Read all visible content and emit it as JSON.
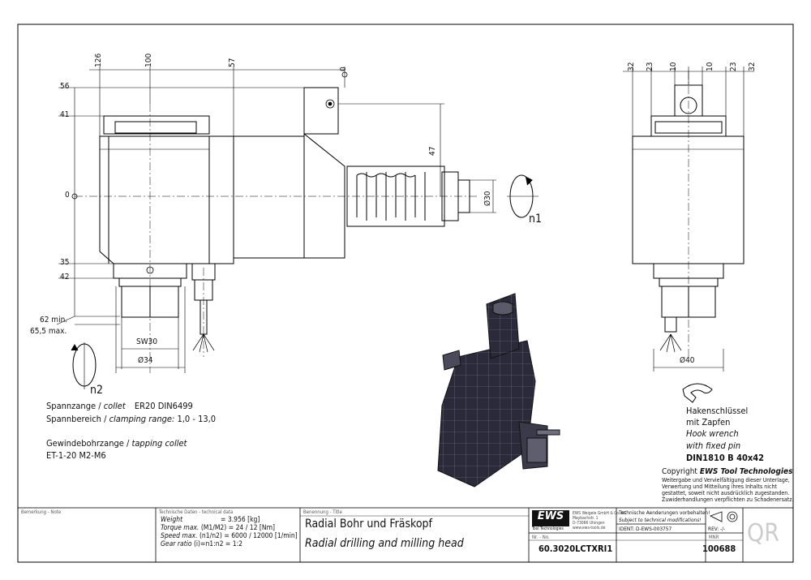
{
  "dimensions": {
    "top": [
      "126",
      "100",
      "57",
      "0"
    ],
    "left": [
      "56",
      "41",
      "0",
      "35",
      "42"
    ],
    "reach_min": "62 min.",
    "reach_max": "65,5 max.",
    "height_47": "47",
    "dia30": "Ø30",
    "sw30": "SW30",
    "dia34": "Ø34",
    "right_top": [
      "32",
      "23",
      "10",
      "10",
      "23",
      "32"
    ],
    "dia40": "Ø40"
  },
  "rotation_labels": {
    "n1": "n1",
    "n2": "n2"
  },
  "collet": {
    "line1_de": "Spannzange /",
    "line1_en": "collet",
    "line1_spec": "ER20   DIN6499",
    "line2_de": "Spannbereich /",
    "line2_en": "clamping range:",
    "line2_val": "1,0 - 13,0",
    "line3_de": "Gewindebohrzange /",
    "line3_en": "tapping collet",
    "line4": "ET-1-20   M2-M6"
  },
  "hook_wrench": {
    "line1": "Hakenschlüssel",
    "line2": "mit Zapfen",
    "line3": "Hook wrench",
    "line4": "with fixed pin",
    "line5": "DIN1810 B 40x42"
  },
  "copyright": {
    "prefix": "Copyright ",
    "brand": "EWS Tool Technologies",
    "line2": "Weitergabe und Vervielfältigung dieser Unterlage,",
    "line3": "Verwertung und Mitteilung ihres Inhalts nicht",
    "line4": "gestattet, soweit nicht ausdrücklich zugestanden.",
    "line5": "Zuwiderhandlungen verpflichten zu Schadenersatz."
  },
  "title_block": {
    "remark_label": "Bemerkung - Note",
    "tech_label": "Technische Daten - technical data",
    "rows": [
      {
        "label": "Weight",
        "sub": "",
        "value": "= 3.956 [kg]"
      },
      {
        "label": "Torque max.",
        "sub": "(M1/M2)",
        "value": "= 24 / 12 [Nm]"
      },
      {
        "label": "Speed max.",
        "sub": "(n1/n2)",
        "value": "= 6000 / 12000 [1/min]"
      },
      {
        "label": "Gear ratio",
        "sub": "(i)=n1:n2",
        "value": "= 1:2"
      }
    ],
    "name_label": "Benennung - Title",
    "title_de": "Radial Bohr und Fräskopf",
    "title_en": "Radial drilling and milling head",
    "company_logo": "EWS",
    "company_sub": "Tool Technologies",
    "company_addr1": "EWS Weigele GmbH & Co. KG",
    "company_addr2": "Maybachstr. 1",
    "company_addr3": "D-73066 Uhingen",
    "company_addr4": "www.ews-tools.de",
    "change_de": "Technische Aenderungen vorbehalten!",
    "change_en": "Subject to technical modifications!",
    "ident": "IDENT:  D-EWS-003757",
    "rev": "REV:  -/-",
    "nr_label": "Nr. - No.",
    "part_number": "60.3020LCTXRI1",
    "mnr_label": "MNR",
    "mnr": "100688",
    "qr": "QR"
  }
}
